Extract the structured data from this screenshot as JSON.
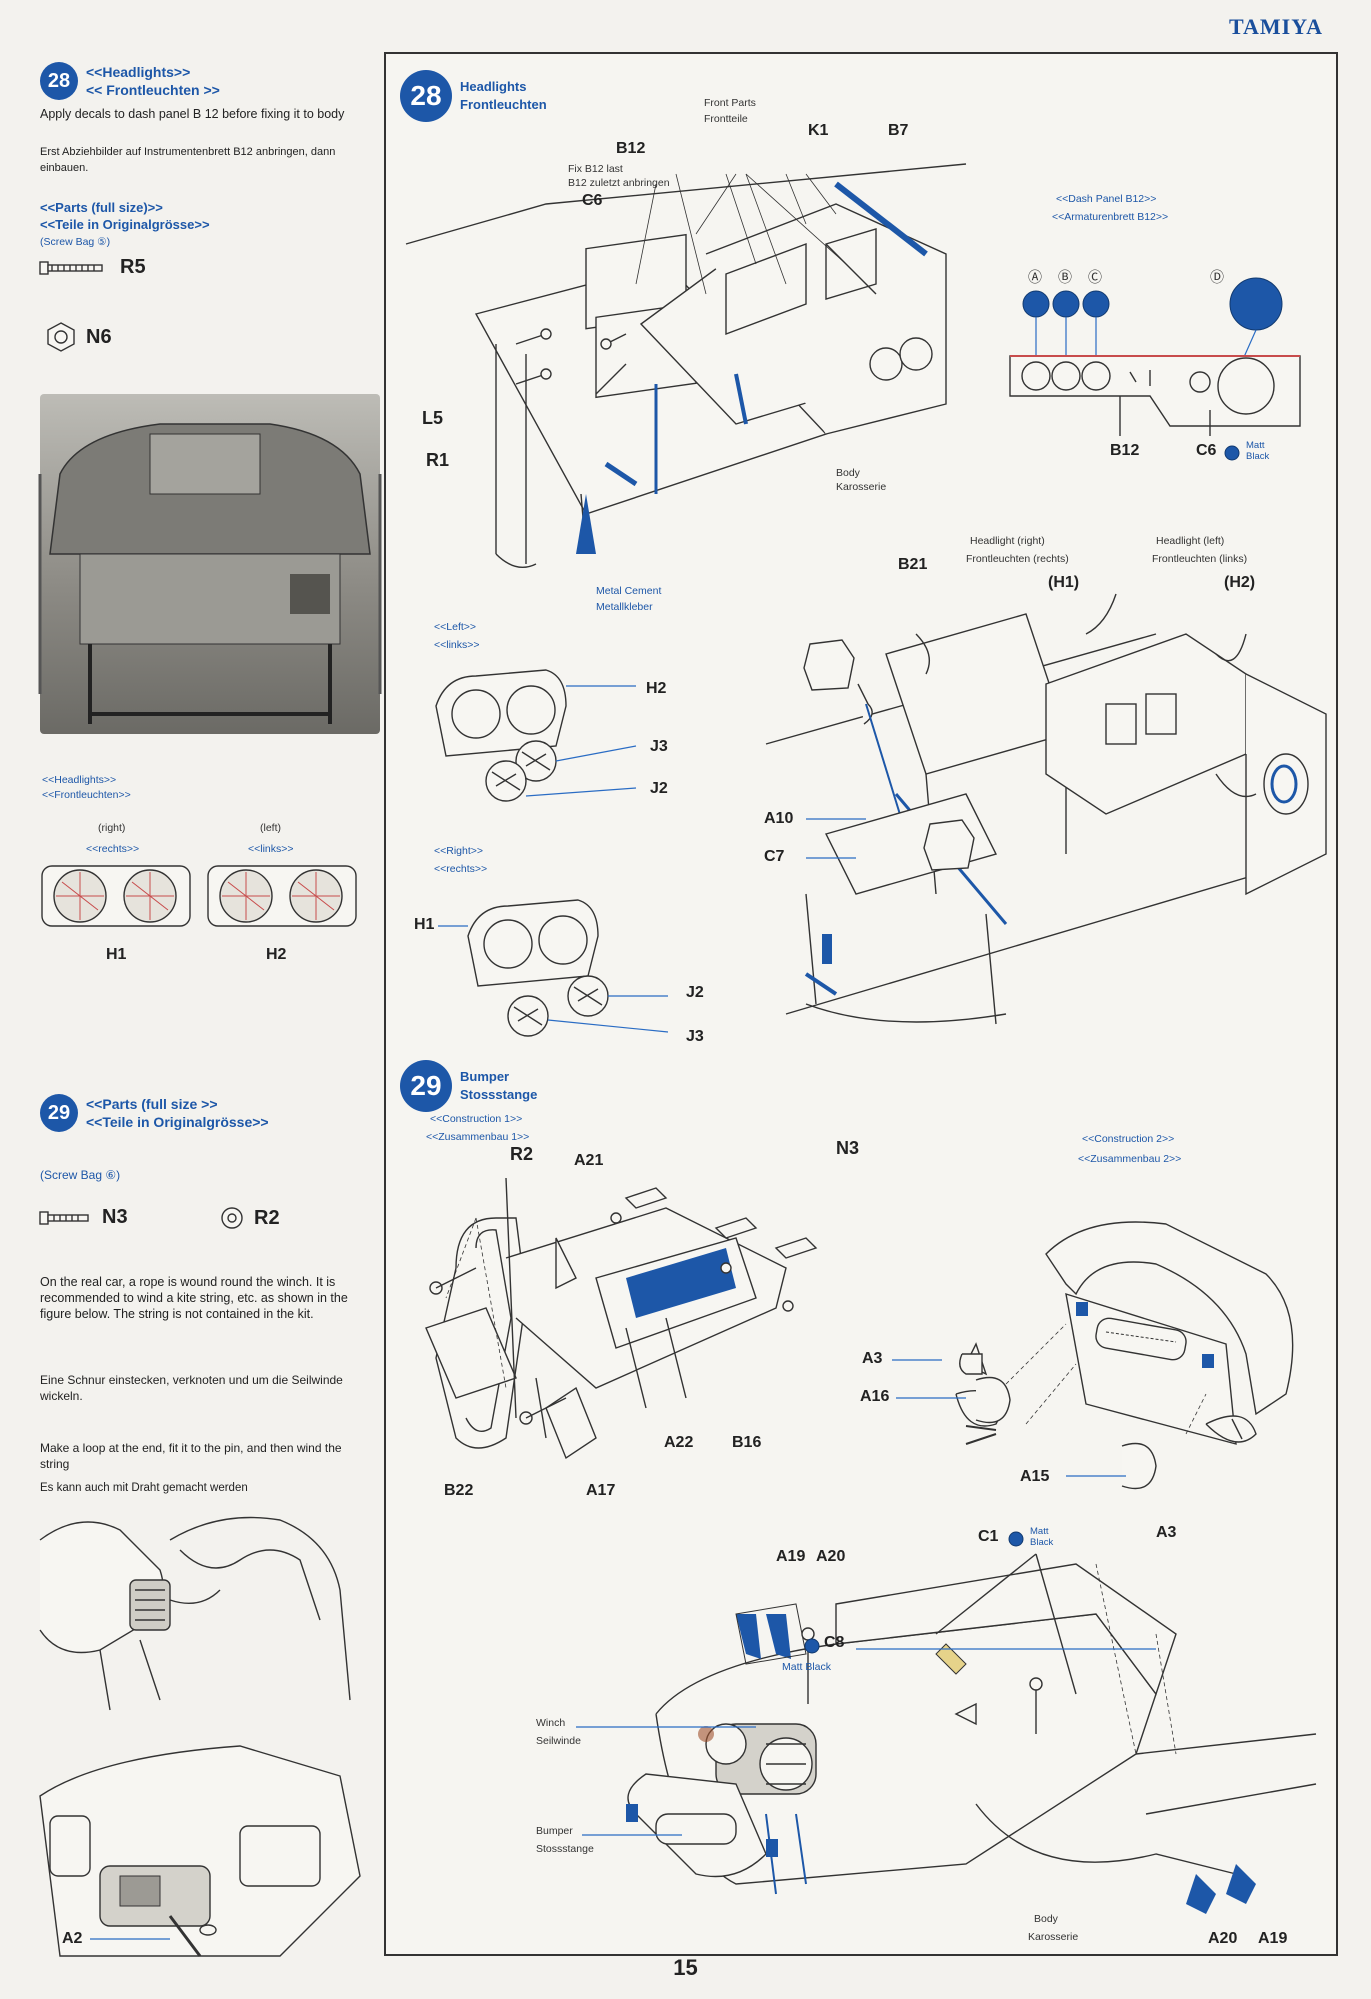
{
  "brand": "TAMIYA",
  "page_number": "15",
  "left": {
    "step28": {
      "num": "28",
      "title_en": "<<Headlights>>",
      "title_de": "<< Frontleuchten >>",
      "instr_en": "Apply decals to dash panel B 12 before fixing it to body",
      "instr_de": "Erst Abziehbilder auf Instrumentenbrett B12 anbringen, dann einbauen.",
      "parts_en": "<<Parts (full size)>>",
      "parts_de": "<<Teile in Originalgrösse>>",
      "screw_bag": "(Screw Bag ⑤)",
      "part_screw": "R5",
      "part_nut": "N6",
      "hl_en": "<<Headlights>>",
      "hl_de": "<<Frontleuchten>>",
      "right_en": "(right)",
      "right_de": "<<rechts>>",
      "left_en": "(left)",
      "left_de": "<<links>>",
      "label_h1": "H1",
      "label_h2": "H2"
    },
    "step29": {
      "num": "29",
      "parts_en": "<<Parts (full size >>",
      "parts_de": "<<Teile in Originalgrösse>>",
      "screw_bag": "(Screw Bag ⑥)",
      "part_screw": "N3",
      "part_nut": "R2",
      "winch_en": "On the real car, a rope is wound round the winch. It is recommended to wind a kite string, etc. as shown in the figure below. The string is not contained in the kit.",
      "winch_de": "Eine Schnur einstecken, verknoten und um die Seilwinde wickeln.",
      "loop_en": "Make a loop at the end, fit it to the pin, and then wind the string",
      "loop_de": "Es kann auch mit Draht gemacht werden",
      "label_a2": "A2"
    }
  },
  "main": {
    "step28": {
      "num": "28",
      "title_en": "Headlights",
      "title_de": "Frontleuchten",
      "front_parts_en": "Front Parts",
      "front_parts_de": "Frontteile",
      "b12": "B12",
      "fix_en": "Fix B12 last",
      "fix_de": "B12 zuletzt anbringen",
      "c6": "C6",
      "k1": "K1",
      "b7": "B7",
      "l5": "L5",
      "r1": "R1",
      "body_en": "Body",
      "body_de": "Karosserie",
      "cement_en": "Metal Cement",
      "cement_de": "Metallkleber",
      "dash_en": "<<Dash Panel B12>>",
      "dash_de": "<<Armaturenbrett B12>>",
      "decal_a": "Ⓐ",
      "decal_b": "Ⓑ",
      "decal_c": "Ⓒ",
      "decal_d": "Ⓓ",
      "b12_b": "B12",
      "c6_b": "C6",
      "matt_en": "Matt",
      "matt_de": "Black",
      "hl_right_en": "Headlight (right)",
      "hl_right_de": "Frontleuchten (rechts)",
      "hl_left_en": "Headlight (left)",
      "hl_left_de": "Frontleuchten (links)",
      "h1p": "(H1)",
      "h2p": "(H2)",
      "b21": "B21",
      "left_en": "<<Left>>",
      "left_de": "<<links>>",
      "h2": "H2",
      "j3a": "J3",
      "j2a": "J2",
      "a10": "A10",
      "c7": "C7",
      "right_en": "<<Right>>",
      "right_de": "<<rechts>>",
      "h1": "H1",
      "j2b": "J2",
      "j3b": "J3"
    },
    "step29": {
      "num": "29",
      "title_en": "Bumper",
      "title_de": "Stossstange",
      "c1_en": "<<Construction 1>>",
      "c1_de": "<<Zusammenbau 1>>",
      "c2_en": "<<Construction 2>>",
      "c2_de": "<<Zusammenbau 2>>",
      "r2": "R2",
      "a21": "A21",
      "n3": "N3",
      "a22": "A22",
      "b16": "B16",
      "b22": "B22",
      "a17": "A17",
      "a3a": "A3",
      "a16": "A16",
      "a15": "A15",
      "a3b": "A3",
      "c1": "C1",
      "matt_c1_a": "Matt",
      "matt_c1_b": "Black",
      "a19a": "A19",
      "a20a": "A20",
      "c8": "C8",
      "matt_c8": "Matt Black",
      "winch_en": "Winch",
      "winch_de": "Seilwinde",
      "bumper_en": "Bumper",
      "bumper_de": "Stossstange",
      "body_en": "Body",
      "body_de": "Karosserie",
      "a20b": "A20",
      "a19b": "A19"
    }
  }
}
